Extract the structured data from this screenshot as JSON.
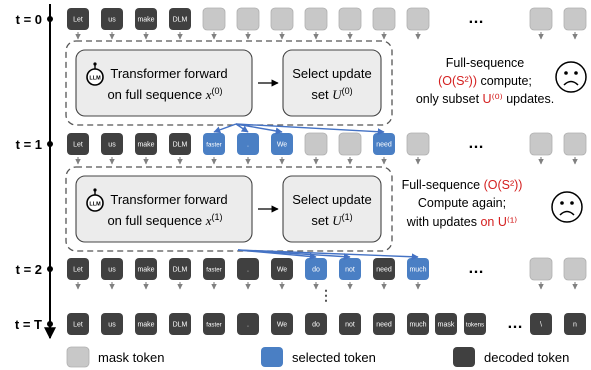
{
  "steps": [
    {
      "label": "t = 0",
      "tokens": [
        {
          "text": "Let",
          "type": "decoded"
        },
        {
          "text": "us",
          "type": "decoded"
        },
        {
          "text": "make",
          "type": "decoded"
        },
        {
          "text": "DLM",
          "type": "decoded"
        },
        {
          "text": "",
          "type": "mask"
        },
        {
          "text": "",
          "type": "mask"
        },
        {
          "text": "",
          "type": "mask"
        },
        {
          "text": "",
          "type": "mask"
        },
        {
          "text": "",
          "type": "mask"
        },
        {
          "text": "",
          "type": "mask"
        },
        {
          "text": "",
          "type": "mask"
        },
        {
          "text": "…",
          "type": "ellipsis"
        },
        {
          "text": "",
          "type": "mask"
        },
        {
          "text": "",
          "type": "mask"
        }
      ]
    },
    {
      "label": "t = 1",
      "tokens": [
        {
          "text": "Let",
          "type": "decoded"
        },
        {
          "text": "us",
          "type": "decoded"
        },
        {
          "text": "make",
          "type": "decoded"
        },
        {
          "text": "DLM",
          "type": "decoded"
        },
        {
          "text": "faster",
          "type": "selected"
        },
        {
          "text": ".",
          "type": "selected"
        },
        {
          "text": "We",
          "type": "selected"
        },
        {
          "text": "",
          "type": "mask"
        },
        {
          "text": "",
          "type": "mask"
        },
        {
          "text": "need",
          "type": "selected"
        },
        {
          "text": "",
          "type": "mask"
        },
        {
          "text": "…",
          "type": "ellipsis"
        },
        {
          "text": "",
          "type": "mask"
        },
        {
          "text": "",
          "type": "mask"
        }
      ]
    },
    {
      "label": "t = 2",
      "tokens": [
        {
          "text": "Let",
          "type": "decoded"
        },
        {
          "text": "us",
          "type": "decoded"
        },
        {
          "text": "make",
          "type": "decoded"
        },
        {
          "text": "DLM",
          "type": "decoded"
        },
        {
          "text": "faster",
          "type": "decoded"
        },
        {
          "text": ".",
          "type": "decoded"
        },
        {
          "text": "We",
          "type": "decoded"
        },
        {
          "text": "do",
          "type": "selected"
        },
        {
          "text": "not",
          "type": "selected"
        },
        {
          "text": "need",
          "type": "decoded"
        },
        {
          "text": "much",
          "type": "selected"
        },
        {
          "text": "…",
          "type": "ellipsis"
        },
        {
          "text": "",
          "type": "mask"
        },
        {
          "text": "",
          "type": "mask"
        }
      ]
    },
    {
      "label": "t = T",
      "tokens": [
        {
          "text": "Let",
          "type": "decoded"
        },
        {
          "text": "us",
          "type": "decoded"
        },
        {
          "text": "make",
          "type": "decoded"
        },
        {
          "text": "DLM",
          "type": "decoded"
        },
        {
          "text": "faster",
          "type": "decoded"
        },
        {
          "text": ".",
          "type": "decoded"
        },
        {
          "text": "We",
          "type": "decoded"
        },
        {
          "text": "do",
          "type": "decoded"
        },
        {
          "text": "not",
          "type": "decoded"
        },
        {
          "text": "need",
          "type": "decoded"
        },
        {
          "text": "much",
          "type": "decoded"
        },
        {
          "text": "mask",
          "type": "decoded"
        },
        {
          "text": "tokens",
          "type": "decoded"
        },
        {
          "text": "…",
          "type": "ellipsis"
        },
        {
          "text": "\\",
          "type": "decoded"
        },
        {
          "text": "n",
          "type": "decoded"
        }
      ]
    }
  ],
  "transition_dots": "⋮",
  "blocks": [
    {
      "llm_badge": "LLM",
      "transformer_line1": "Transformer forward",
      "transformer_line2": "on full sequence ",
      "x_var": "x",
      "x_sup": "(0)",
      "select_line1": "Select update",
      "select_line2": "set ",
      "u_var": "U",
      "u_sup": "(0)",
      "note": [
        [
          {
            "t": "Full-sequence",
            "c": "black"
          }
        ],
        [
          {
            "t": "(O(S²))",
            "c": "red"
          },
          {
            "t": " compute;",
            "c": "black"
          }
        ],
        [
          {
            "t": "only subset ",
            "c": "black"
          },
          {
            "t": "U⁽⁰⁾",
            "c": "red"
          },
          {
            "t": " updates.",
            "c": "black"
          }
        ]
      ],
      "face": "sad"
    },
    {
      "llm_badge": "LLM",
      "transformer_line1": "Transformer forward",
      "transformer_line2": "on full sequence ",
      "x_var": "x",
      "x_sup": "(1)",
      "select_line1": "Select update",
      "select_line2": "set ",
      "u_var": "U",
      "u_sup": "(1)",
      "note": [
        [
          {
            "t": "Full-sequence ",
            "c": "black"
          },
          {
            "t": "(O(S²))",
            "c": "red"
          }
        ],
        [
          {
            "t": "Compute again;",
            "c": "black"
          }
        ],
        [
          {
            "t": "with updates ",
            "c": "black"
          },
          {
            "t": "on U⁽¹⁾",
            "c": "red"
          }
        ]
      ],
      "face": "sad"
    }
  ],
  "legend": [
    {
      "type": "mask",
      "label": "mask token"
    },
    {
      "type": "selected",
      "label": "selected token"
    },
    {
      "type": "decoded",
      "label": "decoded token"
    }
  ],
  "colors": {
    "decoded": "#404040",
    "mask": "#c8c8c8",
    "selected": "#4a7fc4",
    "arrow_blue": "#4472c4",
    "red": "#d42020",
    "box_fill": "#ececec"
  }
}
